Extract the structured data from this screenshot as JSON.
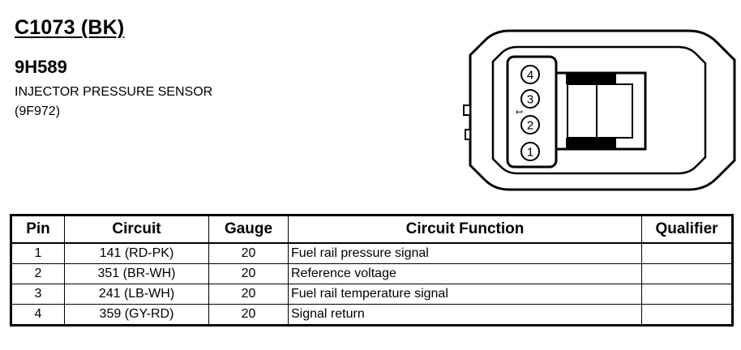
{
  "connector": {
    "id": "C1073 (BK)",
    "part_number": "9H589",
    "name": "INJECTOR PRESSURE SENSOR",
    "code": "(9F972)"
  },
  "diagram": {
    "pin_labels": [
      "4",
      "3",
      "2",
      "1"
    ],
    "mark": "1"
  },
  "table": {
    "headers": {
      "pin": "Pin",
      "circuit": "Circuit",
      "gauge": "Gauge",
      "function": "Circuit Function",
      "qualifier": "Qualifier"
    },
    "rows": [
      {
        "pin": "1",
        "circuit": "141 (RD-PK)",
        "gauge": "20",
        "function": "Fuel rail pressure signal",
        "qualifier": ""
      },
      {
        "pin": "2",
        "circuit": "351 (BR-WH)",
        "gauge": "20",
        "function": "Reference voltage",
        "qualifier": ""
      },
      {
        "pin": "3",
        "circuit": "241 (LB-WH)",
        "gauge": "20",
        "function": "Fuel rail temperature signal",
        "qualifier": ""
      },
      {
        "pin": "4",
        "circuit": "359 (GY-RD)",
        "gauge": "20",
        "function": "Signal return",
        "qualifier": ""
      }
    ]
  }
}
